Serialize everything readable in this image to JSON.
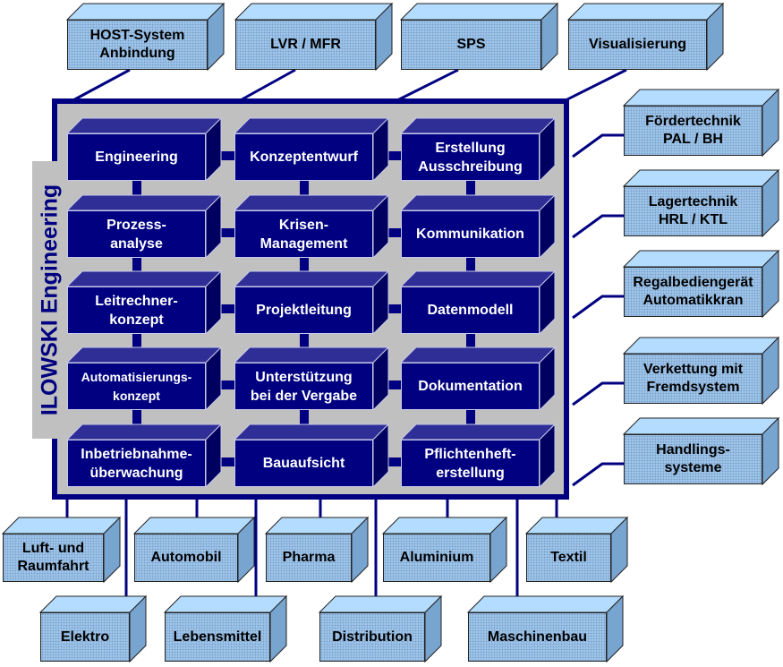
{
  "title_vertical": "ILOWSKI Engineering",
  "colors": {
    "navy": "#000080",
    "panel_gray": "#c0c0c0",
    "light_box": "#9cc4ea",
    "dark_box": "#000080"
  },
  "top_systems": [
    {
      "label": "HOST-System\nAnbindung"
    },
    {
      "label": "LVR / MFR"
    },
    {
      "label": "SPS"
    },
    {
      "label": "Visualisierung"
    }
  ],
  "right_systems": [
    {
      "label": "Fördertechnik\nPAL / BH"
    },
    {
      "label": "Lagertechnik\nHRL / KTL"
    },
    {
      "label": "Regalbediengerät\nAutomatikkran"
    },
    {
      "label": "Verkettung mit\nFremdsystem"
    },
    {
      "label": "Handlings-\nsysteme"
    }
  ],
  "services": [
    [
      "Engineering",
      "Konzeptentwurf",
      "Erstellung\nAusschreibung"
    ],
    [
      "Prozess-\nanalyse",
      "Krisen-\nManagement",
      "Kommunikation"
    ],
    [
      "Leitrechner-\nkonzept",
      "Projektleitung",
      "Datenmodell"
    ],
    [
      "Automatisierungs-\nkonzept",
      "Unterstützung\nbei der Vergabe",
      "Dokumentation"
    ],
    [
      "Inbetriebnahme-\nüberwachung",
      "Bauaufsicht",
      "Pflichtenheft-\nerstellung"
    ]
  ],
  "industries_row1": [
    {
      "label": "Luft- und\nRaumfahrt"
    },
    {
      "label": "Automobil"
    },
    {
      "label": "Pharma"
    },
    {
      "label": "Aluminium"
    },
    {
      "label": "Textil"
    }
  ],
  "industries_row2": [
    {
      "label": "Elektro"
    },
    {
      "label": "Lebensmittel"
    },
    {
      "label": "Distribution"
    },
    {
      "label": "Maschinenbau"
    }
  ]
}
